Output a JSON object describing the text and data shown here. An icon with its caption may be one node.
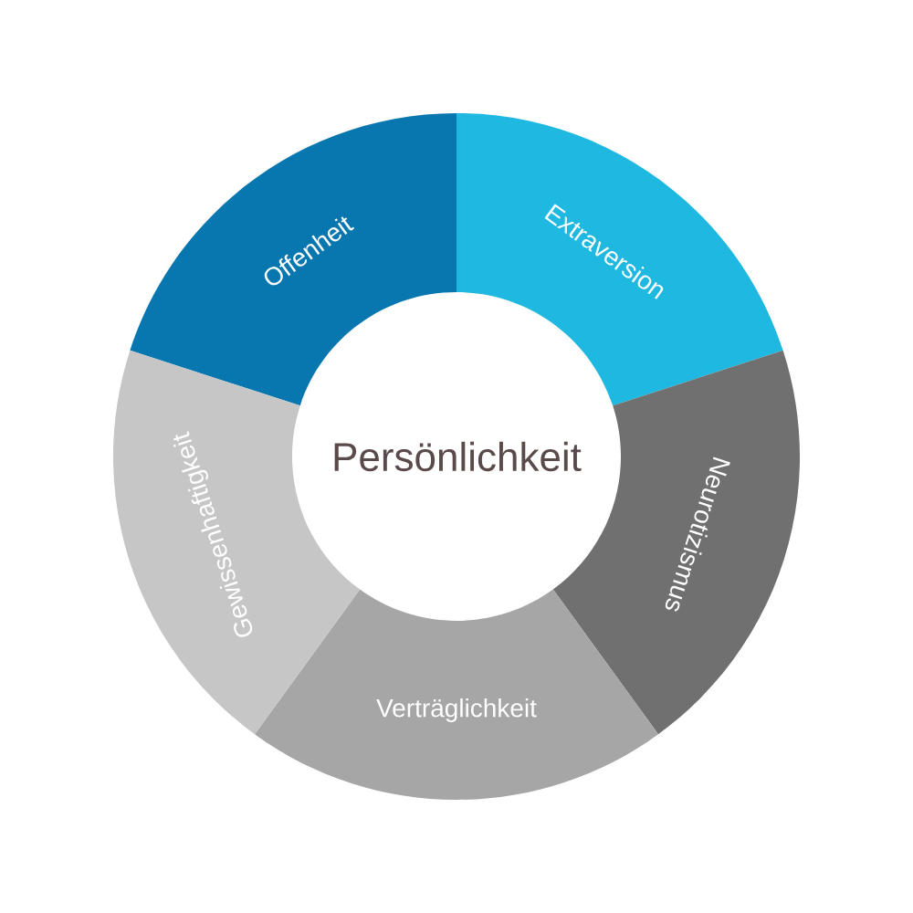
{
  "diagram": {
    "nodes": [
      {
        "text": [
          "Persönlichkeit"
        ]
      },
      {
        "text": [
          "Offenheit"
        ]
      },
      {
        "text": [
          "Extraversion"
        ]
      },
      {
        "text": [
          "Neurotizismus"
        ]
      },
      {
        "text": [
          "Verträglichkeit"
        ]
      },
      {
        "text": [
          "Gewissenhaftigkeit"
        ]
      }
    ]
  }
}
